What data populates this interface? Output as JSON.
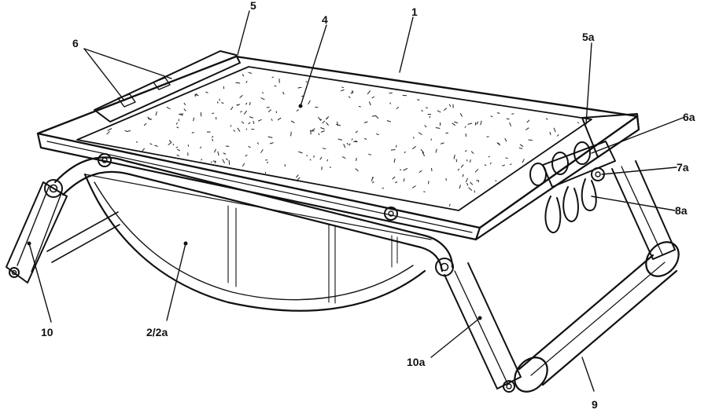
{
  "figure": {
    "labels": {
      "frame": "1",
      "hammock": "2/2a",
      "surface": "4",
      "end_cap_left": "5",
      "end_cap_right": "5a",
      "clips_left": "6",
      "clips_right": "6a",
      "pivot": "7a",
      "ring": "8a",
      "crossbar": "9",
      "leg_left": "10",
      "leg_right": "10a"
    }
  }
}
